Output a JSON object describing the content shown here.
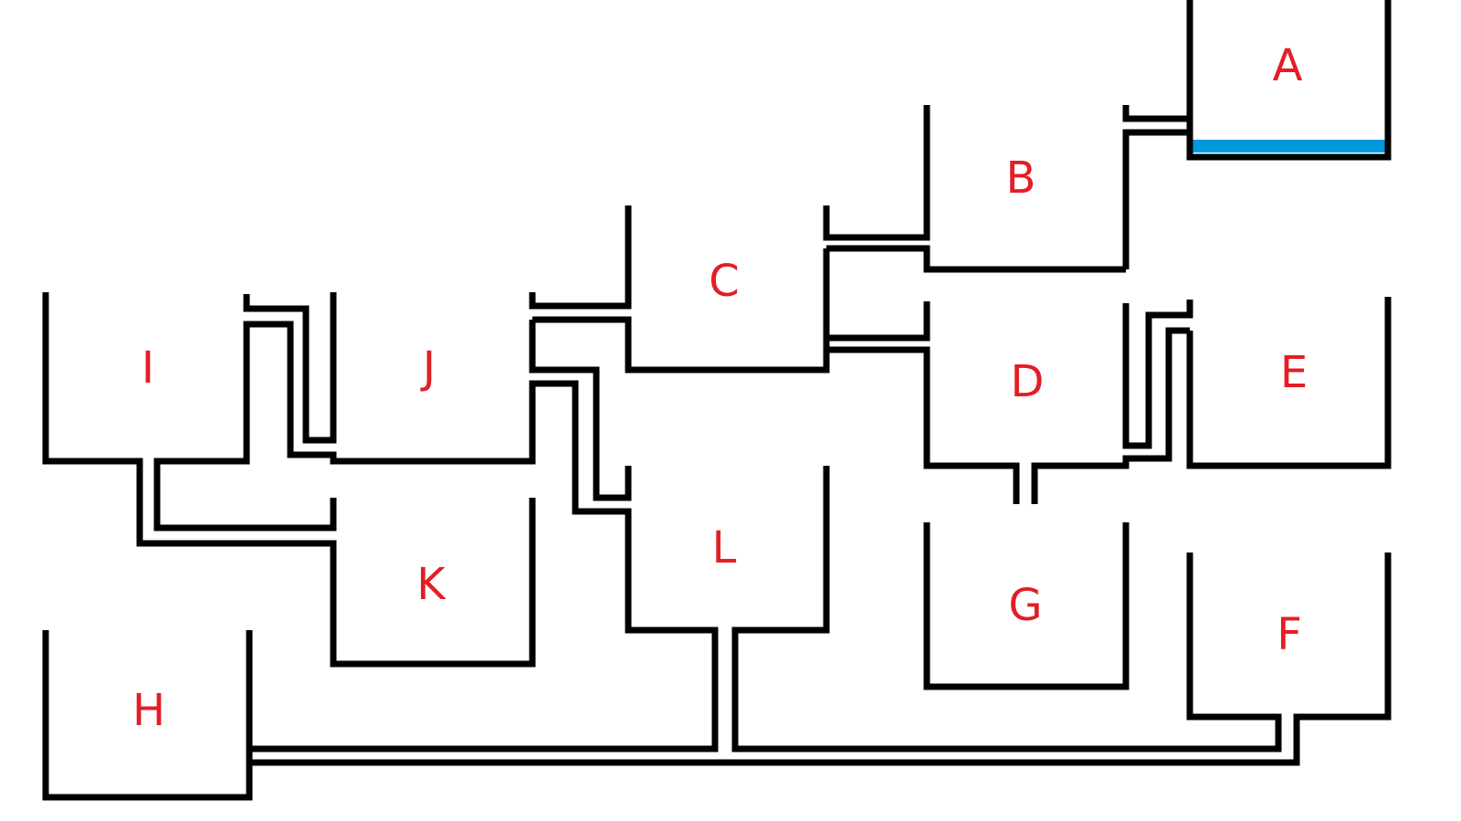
{
  "diagram": {
    "containers": [
      "A",
      "B",
      "C",
      "D",
      "E",
      "F",
      "G",
      "H",
      "I",
      "J",
      "K",
      "L"
    ],
    "water": {
      "container": "A",
      "color": "#0099dd"
    },
    "label_color": "#e31e24"
  }
}
